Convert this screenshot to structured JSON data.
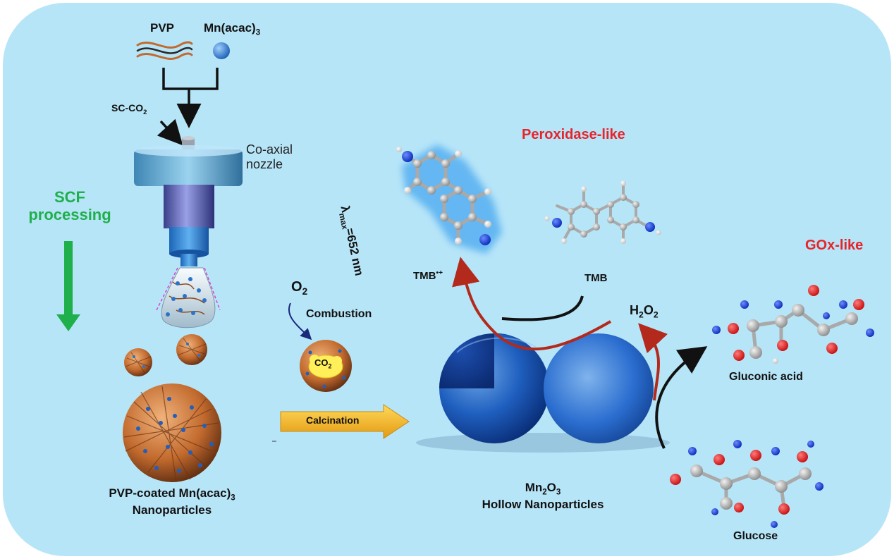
{
  "colors": {
    "background": "#b7e5f8",
    "scf_green": "#1fb04b",
    "highlight_red": "#e8232a",
    "reaction_arrow": "#b32a1c",
    "mn_blue": "#2b73c9",
    "pvp_orange": "#c26a2e",
    "calcination_arrow": "#f5b82a"
  },
  "labels": {
    "pvp": "PVP",
    "mn_acac_main": "Mn(acac)",
    "mn_acac_sub": "3",
    "sc_co2_main": "SC-CO",
    "sc_co2_sub": "2",
    "coaxial_line1": "Co-axial",
    "coaxial_line2": "nozzle",
    "scf_line1": "SCF",
    "scf_line2": "processing",
    "o2_main": "O",
    "o2_sub": "2",
    "combustion": "Combustion",
    "co2_main": "CO",
    "co2_sub": "2",
    "calcination": "Calcination",
    "pvp_coated_main": "PVP-coated Mn(acac)",
    "pvp_coated_sub": "3",
    "pvp_coated_line2": "Nanoparticles",
    "mn2o3_a": "Mn",
    "mn2o3_sub1": "2",
    "mn2o3_b": "O",
    "mn2o3_sub2": "3",
    "hollow": "Hollow Nanoparticles",
    "peroxidase": "Peroxidase-like",
    "lambda_main": "λ",
    "lambda_sub": "max",
    "lambda_value": "=652 nm",
    "tmb_ox_main": "TMB",
    "tmb_ox_sup": "•+",
    "tmb": "TMB",
    "h2o2_a": "H",
    "h2o2_sub1": "2",
    "h2o2_b": "O",
    "h2o2_sub2": "2",
    "gox": "GOx-like",
    "gluconic": "Gluconic acid",
    "glucose": "Glucose"
  }
}
